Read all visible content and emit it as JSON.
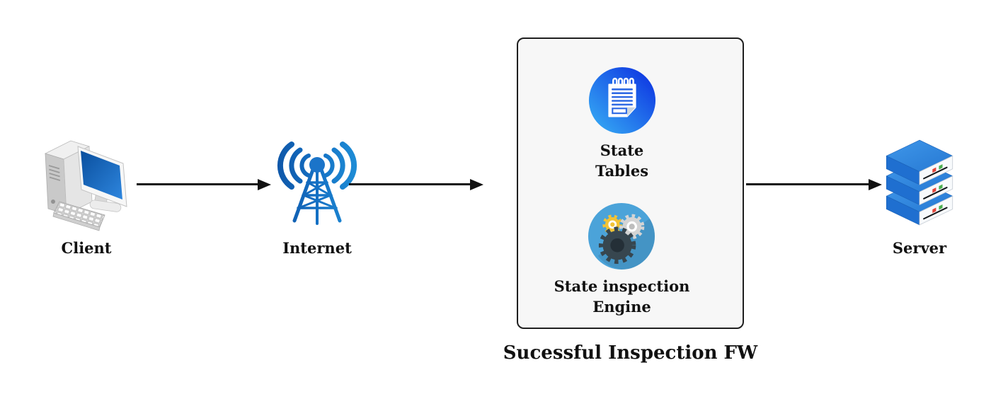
{
  "nodes": {
    "client": {
      "label": "Client",
      "icon": "desktop-computer"
    },
    "internet": {
      "label": "Internet",
      "icon": "radio-tower"
    },
    "server": {
      "label": "Server",
      "icon": "server-stack"
    }
  },
  "firewall_box": {
    "caption": "Sucessful Inspection FW",
    "components": [
      {
        "icon": "notepad-state-tables",
        "lines": [
          "State",
          "Tables"
        ]
      },
      {
        "icon": "gears-engine",
        "lines": [
          "State inspection",
          "Engine"
        ]
      }
    ]
  },
  "colors": {
    "background": "#ffffff",
    "arrow": "#111111",
    "box_background": "#f7f7f7",
    "box_border": "#1f1f1f",
    "text": "#111111",
    "internet_blue_dark": "#0d4fa0",
    "internet_blue_light": "#2196dc",
    "notepad_gradient_start": "#38b2f5",
    "notepad_gradient_end": "#0b2ce0",
    "notepad_line_blue": "#2f6ae4",
    "gears_circle_blue": "#4ba3d9",
    "gear_yellow": "#f2c335",
    "gear_gray": "#d4d4d4",
    "gear_dark": "#37464f",
    "server_top_blue": "#2e86e0",
    "server_side_blue": "#1f6fd0",
    "status_red": "#e0453a",
    "status_green": "#4caf50",
    "screen_blue": "#0d5cb5"
  }
}
